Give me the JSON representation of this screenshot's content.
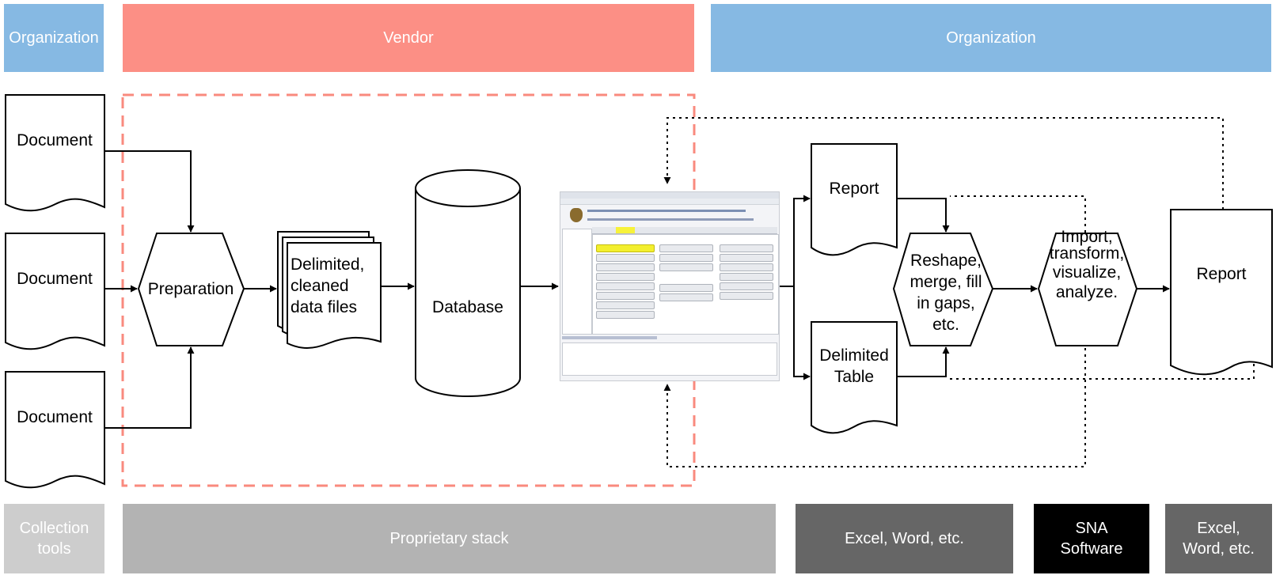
{
  "lanes_top": {
    "org_left": "Organization",
    "vendor": "Vendor",
    "org_right": "Organization"
  },
  "lanes_bottom": {
    "collection_tools": "Collection tools",
    "proprietary_stack": "Proprietary stack",
    "excel_word_1": "Excel, Word, etc.",
    "sna_software": "SNA Software",
    "excel_word_2": "Excel, Word, etc."
  },
  "nodes": {
    "document_1": "Document",
    "document_2": "Document",
    "document_3": "Document",
    "preparation": "Preparation",
    "delimited_files": [
      "Delimited,",
      "cleaned",
      "data files"
    ],
    "database": "Database",
    "report_1": "Report",
    "delimited_table": [
      "Delimited",
      "Table"
    ],
    "reshape": [
      "Reshape,",
      "merge, fill",
      "in gaps,",
      "etc."
    ],
    "import": [
      "Import,",
      "transform,",
      "visualize,",
      "analyze."
    ],
    "report_2": "Report"
  },
  "screenshot_icon": "application-screenshot",
  "colors": {
    "org_blue": "#86b9e3",
    "vendor_red": "#fc8f85",
    "vendor_dash": "#f98a7e",
    "collection_gray": "#cdcdcd",
    "proprietary_gray": "#b3b3b3",
    "dark_gray": "#666666",
    "black": "#000000"
  }
}
